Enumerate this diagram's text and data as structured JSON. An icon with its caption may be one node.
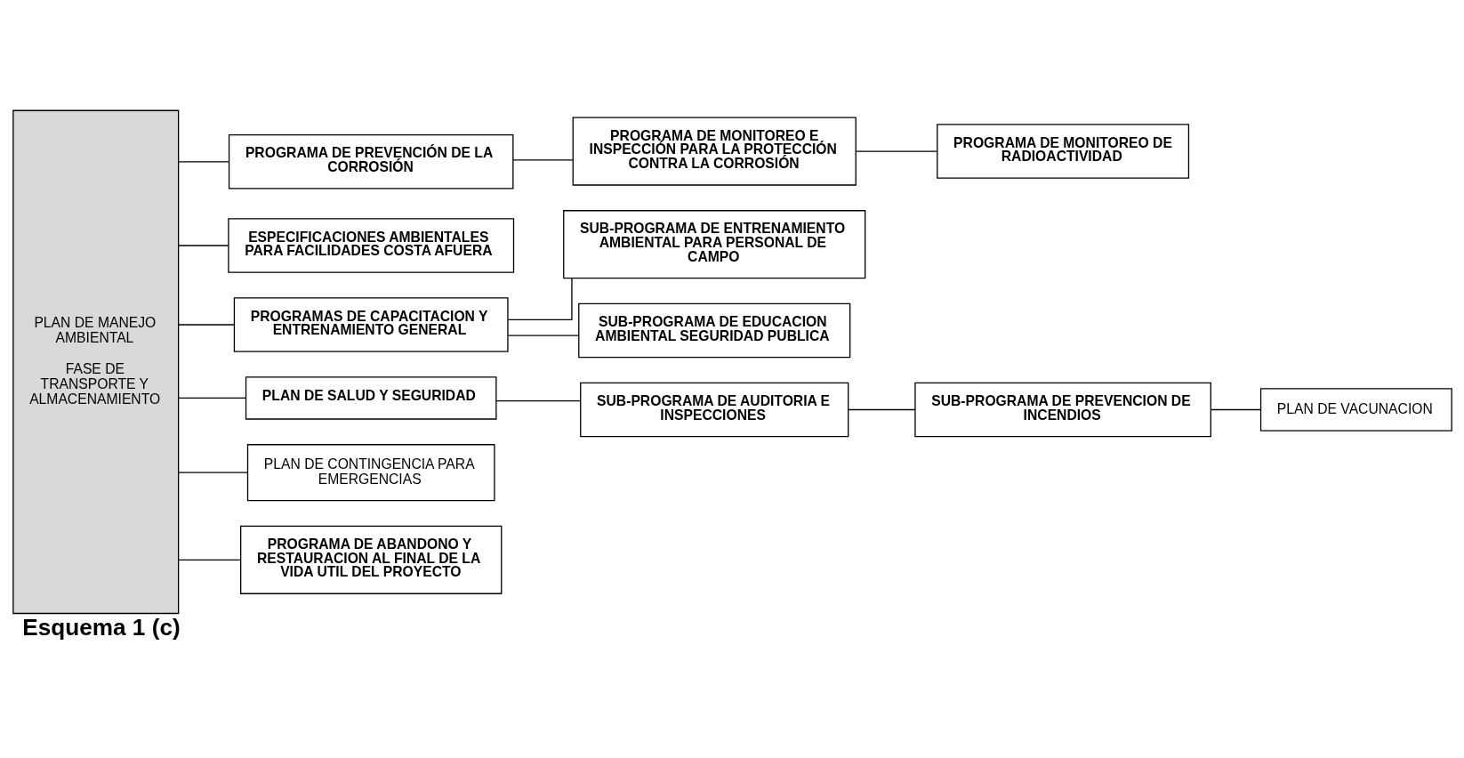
{
  "diagram": {
    "caption": "Esquema 1 (c)",
    "nodes": [
      {
        "text": [
          "PLAN DE MANEJO AMBIENTAL",
          "FASE DE TRANSPORTE Y ALMACENAMIENTO"
        ]
      },
      {
        "text": [
          "PROGRAMA DE PREVENCIÓN DE LA CORROSIÓN"
        ]
      },
      {
        "text": [
          "PROGRAMA DE MONITOREO E INSPECCIÓN PARA LA PROTECCIÓN CONTRA LA CORROSIÓN"
        ]
      },
      {
        "text": [
          "PROGRAMA DE MONITOREO DE RADIOACTIVIDAD"
        ]
      },
      {
        "text": [
          "ESPECIFICACIONES AMBIENTALES PARA FACILIDADES COSTA AFUERA"
        ]
      },
      {
        "text": [
          "PROGRAMAS DE CAPACITACION Y ENTRENAMIENTO GENERAL"
        ]
      },
      {
        "text": [
          "SUB-PROGRAMA DE ENTRENAMIENTO AMBIENTAL PARA PERSONAL DE CAMPO"
        ]
      },
      {
        "text": [
          "SUB-PROGRAMA DE EDUCACION AMBIENTAL SEGURIDAD PUBLICA"
        ]
      },
      {
        "text": [
          "PLAN DE SALUD Y SEGURIDAD"
        ]
      },
      {
        "text": [
          "SUB-PROGRAMA DE AUDITORIA E INSPECCIONES"
        ]
      },
      {
        "text": [
          "SUB-PROGRAMA DE PREVENCION DE INCENDIOS"
        ]
      },
      {
        "text": [
          "PLAN DE VACUNACION"
        ]
      },
      {
        "text": [
          "PLAN DE CONTINGENCIA PARA EMERGENCIAS"
        ]
      },
      {
        "text": [
          "PROGRAMA DE ABANDONO Y RESTAURACION AL FINAL DE LA VIDA UTIL DEL PROYECTO"
        ]
      }
    ],
    "edges": [
      {
        "from": 0,
        "to": 1,
        "arrow": "none"
      },
      {
        "from": 1,
        "to": 2,
        "arrow": "none"
      },
      {
        "from": 2,
        "to": 3,
        "arrow": "none"
      },
      {
        "from": 0,
        "to": 4,
        "arrow": "none"
      },
      {
        "from": 0,
        "to": 5,
        "arrow": "none"
      },
      {
        "from": 5,
        "to": 6,
        "arrow": "none"
      },
      {
        "from": 5,
        "to": 7,
        "arrow": "none"
      },
      {
        "from": 0,
        "to": 8,
        "arrow": "none"
      },
      {
        "from": 8,
        "to": 9,
        "arrow": "none"
      },
      {
        "from": 9,
        "to": 10,
        "arrow": "none"
      },
      {
        "from": 10,
        "to": 11,
        "arrow": "none"
      },
      {
        "from": 0,
        "to": 12,
        "arrow": "none"
      },
      {
        "from": 0,
        "to": 13,
        "arrow": "none"
      }
    ]
  }
}
